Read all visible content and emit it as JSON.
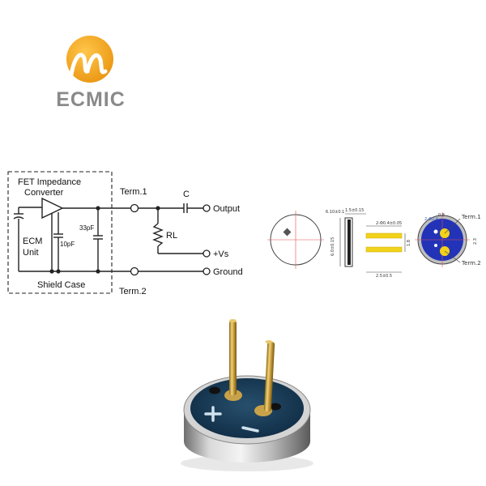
{
  "logo": {
    "text": "ECMIC"
  },
  "circuit": {
    "converter_label_1": "FET Impedance",
    "converter_label_2": "Converter",
    "ecm_label_1": "ECM",
    "ecm_label_2": "Unit",
    "shield_label": "Shield Case",
    "cap_10": "10pF",
    "cap_33": "33pF",
    "term1": "Term.1",
    "term2": "Term.2",
    "cap_c": "C",
    "rl": "RL",
    "output": "Output",
    "vs": "+Vs",
    "ground": "Ground"
  },
  "drawing": {
    "dim_width": "6.10±0.1",
    "dim_thick": "1.5±0.15",
    "dim_height": "6.0±0.15",
    "dim_pin": "2-Φ0.4±0.05",
    "dim_pin_len": "2.5±0.5",
    "dim_pin_gap": "1.8",
    "dim_pad": "2-Φ0.4",
    "dim_top": "0.8",
    "dim_side": "2.3",
    "term1": "Term.1",
    "term2": "Term.2"
  },
  "colors": {
    "logo_orange": "#f0a31c",
    "logo_gray": "#8a8a8a",
    "pcb_blue": "#2233b8",
    "pin_gold": "#f2d21a"
  }
}
